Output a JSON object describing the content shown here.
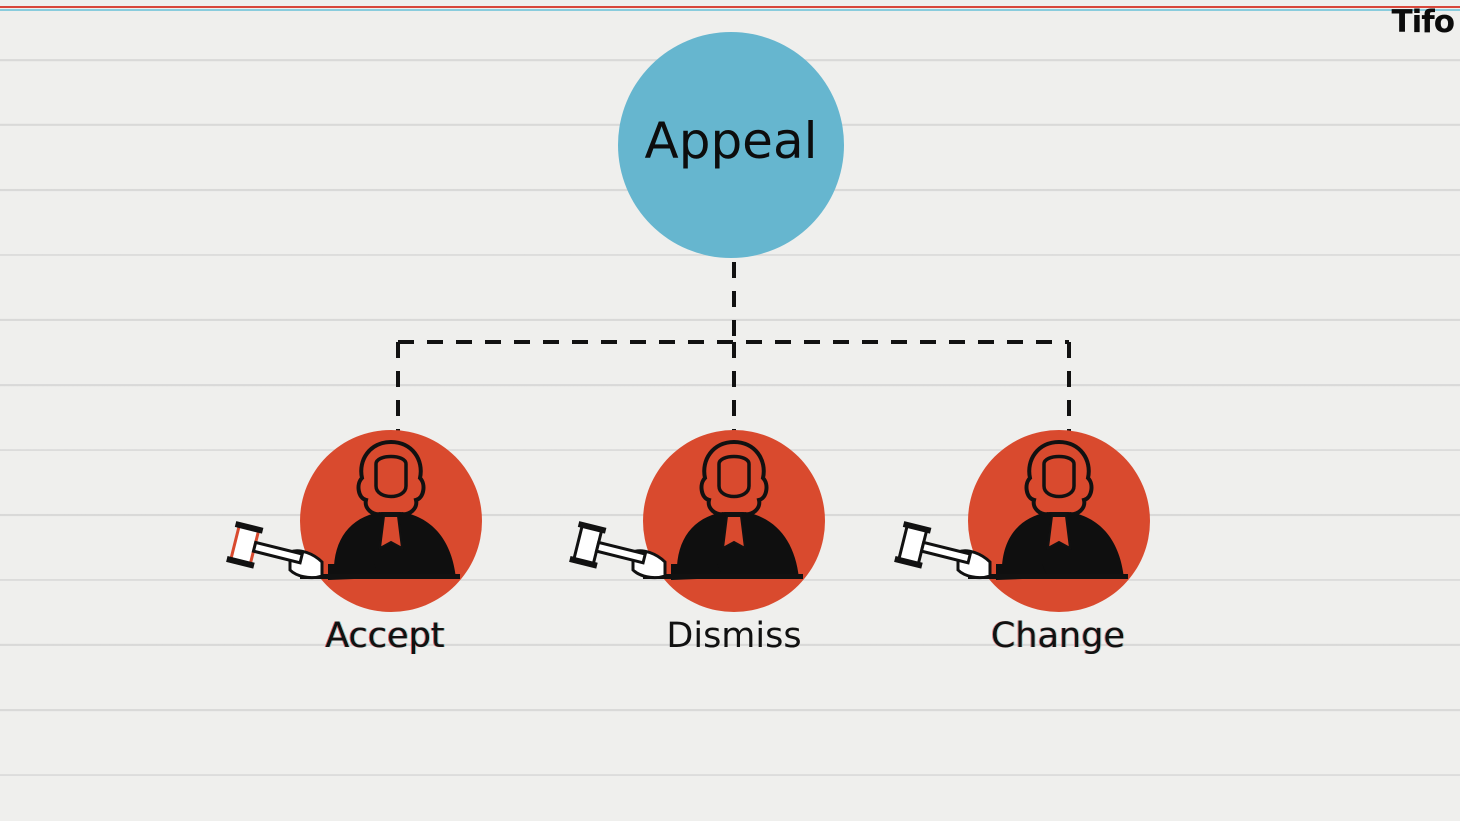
{
  "logo": "Tifo",
  "root": {
    "label": "Appeal",
    "color": "#66b6cf"
  },
  "outcomes": [
    {
      "label": "Accept",
      "icon": "judge-with-gavel-icon"
    },
    {
      "label": "Dismiss",
      "icon": "judge-with-gavel-icon"
    },
    {
      "label": "Change",
      "icon": "judge-with-gavel-icon"
    }
  ],
  "colors": {
    "outcome_circle": "#d94a2e",
    "line": "#111111"
  }
}
